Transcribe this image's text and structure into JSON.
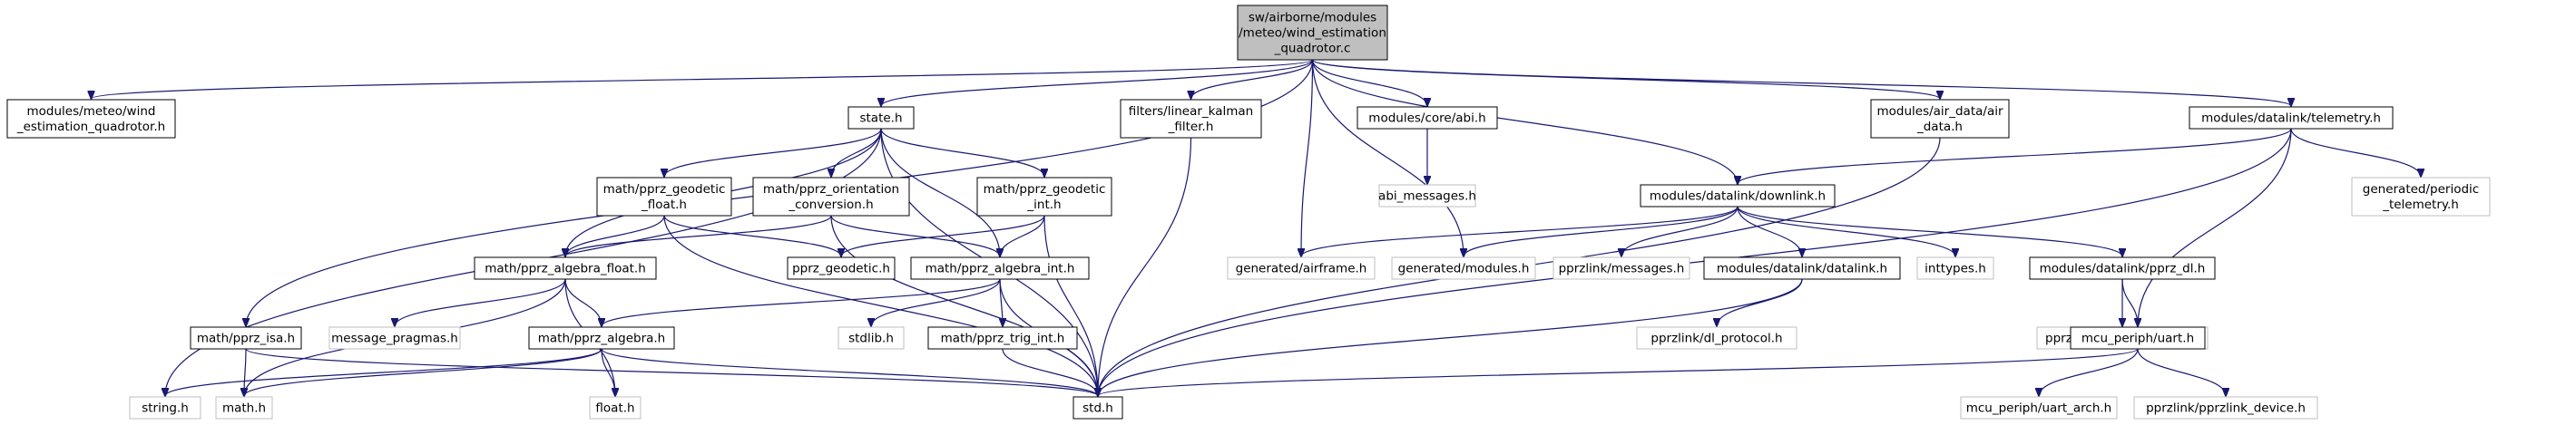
{
  "graph": {
    "nodes": [
      {
        "id": "root",
        "lines": [
          "sw/airborne/modules",
          "/meteo/wind_estimation",
          "_quadrotor.c"
        ],
        "kind": "root"
      },
      {
        "id": "wind_h",
        "lines": [
          "modules/meteo/wind",
          "_estimation_quadrotor.h"
        ],
        "kind": "file"
      },
      {
        "id": "state_h",
        "lines": [
          "state.h"
        ],
        "kind": "file"
      },
      {
        "id": "lkf_h",
        "lines": [
          "filters/linear_kalman",
          "_filter.h"
        ],
        "kind": "file"
      },
      {
        "id": "abi_h",
        "lines": [
          "modules/core/abi.h"
        ],
        "kind": "file"
      },
      {
        "id": "airdata_h",
        "lines": [
          "modules/air_data/air",
          "_data.h"
        ],
        "kind": "file"
      },
      {
        "id": "telemetry_h",
        "lines": [
          "modules/datalink/telemetry.h"
        ],
        "kind": "file"
      },
      {
        "id": "geo_float_h",
        "lines": [
          "math/pprz_geodetic",
          "_float.h"
        ],
        "kind": "file"
      },
      {
        "id": "orient_h",
        "lines": [
          "math/pprz_orientation",
          "_conversion.h"
        ],
        "kind": "file"
      },
      {
        "id": "geo_int_h",
        "lines": [
          "math/pprz_geodetic",
          "_int.h"
        ],
        "kind": "file"
      },
      {
        "id": "abi_msgs_h",
        "lines": [
          "abi_messages.h"
        ],
        "kind": "missing"
      },
      {
        "id": "downlink_h",
        "lines": [
          "modules/datalink/downlink.h"
        ],
        "kind": "file"
      },
      {
        "id": "periodic_h",
        "lines": [
          "generated/periodic",
          "_telemetry.h"
        ],
        "kind": "missing"
      },
      {
        "id": "alg_float_h",
        "lines": [
          "math/pprz_algebra_float.h"
        ],
        "kind": "file"
      },
      {
        "id": "pprz_geo_h",
        "lines": [
          "pprz_geodetic.h"
        ],
        "kind": "file"
      },
      {
        "id": "alg_int_h",
        "lines": [
          "math/pprz_algebra_int.h"
        ],
        "kind": "file"
      },
      {
        "id": "airframe_h",
        "lines": [
          "generated/airframe.h"
        ],
        "kind": "missing"
      },
      {
        "id": "modules_h",
        "lines": [
          "generated/modules.h"
        ],
        "kind": "missing"
      },
      {
        "id": "pl_msgs_h",
        "lines": [
          "pprzlink/messages.h"
        ],
        "kind": "missing"
      },
      {
        "id": "datalink_h",
        "lines": [
          "modules/datalink/datalink.h"
        ],
        "kind": "file"
      },
      {
        "id": "inttypes_h",
        "lines": [
          "inttypes.h"
        ],
        "kind": "missing"
      },
      {
        "id": "pprz_dl_h",
        "lines": [
          "modules/datalink/pprz_dl.h"
        ],
        "kind": "file"
      },
      {
        "id": "isa_h",
        "lines": [
          "math/pprz_isa.h"
        ],
        "kind": "file"
      },
      {
        "id": "msg_pragmas_h",
        "lines": [
          "message_pragmas.h"
        ],
        "kind": "missing"
      },
      {
        "id": "alg_h",
        "lines": [
          "math/pprz_algebra.h"
        ],
        "kind": "file"
      },
      {
        "id": "stdlib_h",
        "lines": [
          "stdlib.h"
        ],
        "kind": "missing"
      },
      {
        "id": "trig_h",
        "lines": [
          "math/pprz_trig_int.h"
        ],
        "kind": "file"
      },
      {
        "id": "dl_proto_h",
        "lines": [
          "pprzlink/dl_protocol.h"
        ],
        "kind": "missing"
      },
      {
        "id": "pl_transport_h",
        "lines": [
          "pprzlink/pprz_transport.h"
        ],
        "kind": "missing"
      },
      {
        "id": "uart_h",
        "lines": [
          "mcu_periph/uart.h"
        ],
        "kind": "file"
      },
      {
        "id": "string_h",
        "lines": [
          "string.h"
        ],
        "kind": "missing"
      },
      {
        "id": "math_h",
        "lines": [
          "math.h"
        ],
        "kind": "missing"
      },
      {
        "id": "float_h",
        "lines": [
          "float.h"
        ],
        "kind": "missing"
      },
      {
        "id": "std_h",
        "lines": [
          "std.h"
        ],
        "kind": "file"
      },
      {
        "id": "uart_arch_h",
        "lines": [
          "mcu_periph/uart_arch.h"
        ],
        "kind": "missing"
      },
      {
        "id": "pl_device_h",
        "lines": [
          "pprzlink/pprzlink_device.h"
        ],
        "kind": "missing"
      }
    ],
    "edges": [
      [
        "root",
        "wind_h"
      ],
      [
        "root",
        "state_h"
      ],
      [
        "root",
        "lkf_h"
      ],
      [
        "root",
        "abi_h"
      ],
      [
        "root",
        "airdata_h"
      ],
      [
        "root",
        "telemetry_h"
      ],
      [
        "root",
        "isa_h"
      ],
      [
        "root",
        "airframe_h"
      ],
      [
        "root",
        "modules_h"
      ],
      [
        "root",
        "downlink_h"
      ],
      [
        "state_h",
        "geo_float_h"
      ],
      [
        "state_h",
        "orient_h"
      ],
      [
        "state_h",
        "geo_int_h"
      ],
      [
        "state_h",
        "alg_float_h"
      ],
      [
        "state_h",
        "alg_int_h"
      ],
      [
        "state_h",
        "std_h"
      ],
      [
        "state_h",
        "string_h"
      ],
      [
        "lkf_h",
        "std_h"
      ],
      [
        "abi_h",
        "abi_msgs_h"
      ],
      [
        "airdata_h",
        "std_h"
      ],
      [
        "telemetry_h",
        "downlink_h"
      ],
      [
        "telemetry_h",
        "periodic_h"
      ],
      [
        "telemetry_h",
        "uart_h"
      ],
      [
        "telemetry_h",
        "std_h"
      ],
      [
        "geo_float_h",
        "alg_float_h"
      ],
      [
        "geo_float_h",
        "pprz_geo_h"
      ],
      [
        "geo_float_h",
        "std_h"
      ],
      [
        "orient_h",
        "alg_float_h"
      ],
      [
        "orient_h",
        "alg_int_h"
      ],
      [
        "orient_h",
        "std_h"
      ],
      [
        "geo_int_h",
        "pprz_geo_h"
      ],
      [
        "geo_int_h",
        "alg_int_h"
      ],
      [
        "geo_int_h",
        "std_h"
      ],
      [
        "downlink_h",
        "airframe_h"
      ],
      [
        "downlink_h",
        "modules_h"
      ],
      [
        "downlink_h",
        "pl_msgs_h"
      ],
      [
        "downlink_h",
        "datalink_h"
      ],
      [
        "downlink_h",
        "inttypes_h"
      ],
      [
        "downlink_h",
        "pprz_dl_h"
      ],
      [
        "alg_float_h",
        "msg_pragmas_h"
      ],
      [
        "alg_float_h",
        "alg_h"
      ],
      [
        "alg_float_h",
        "math_h"
      ],
      [
        "alg_float_h",
        "float_h"
      ],
      [
        "alg_int_h",
        "alg_h"
      ],
      [
        "alg_int_h",
        "stdlib_h"
      ],
      [
        "alg_int_h",
        "trig_h"
      ],
      [
        "alg_int_h",
        "std_h"
      ],
      [
        "datalink_h",
        "dl_proto_h"
      ],
      [
        "datalink_h",
        "std_h"
      ],
      [
        "pprz_dl_h",
        "pl_transport_h"
      ],
      [
        "pprz_dl_h",
        "uart_h"
      ],
      [
        "isa_h",
        "math_h"
      ],
      [
        "isa_h",
        "std_h"
      ],
      [
        "alg_h",
        "string_h"
      ],
      [
        "alg_h",
        "math_h"
      ],
      [
        "alg_h",
        "float_h"
      ],
      [
        "alg_h",
        "std_h"
      ],
      [
        "trig_h",
        "std_h"
      ],
      [
        "uart_h",
        "uart_arch_h"
      ],
      [
        "uart_h",
        "pl_device_h"
      ],
      [
        "uart_h",
        "std_h"
      ]
    ]
  }
}
